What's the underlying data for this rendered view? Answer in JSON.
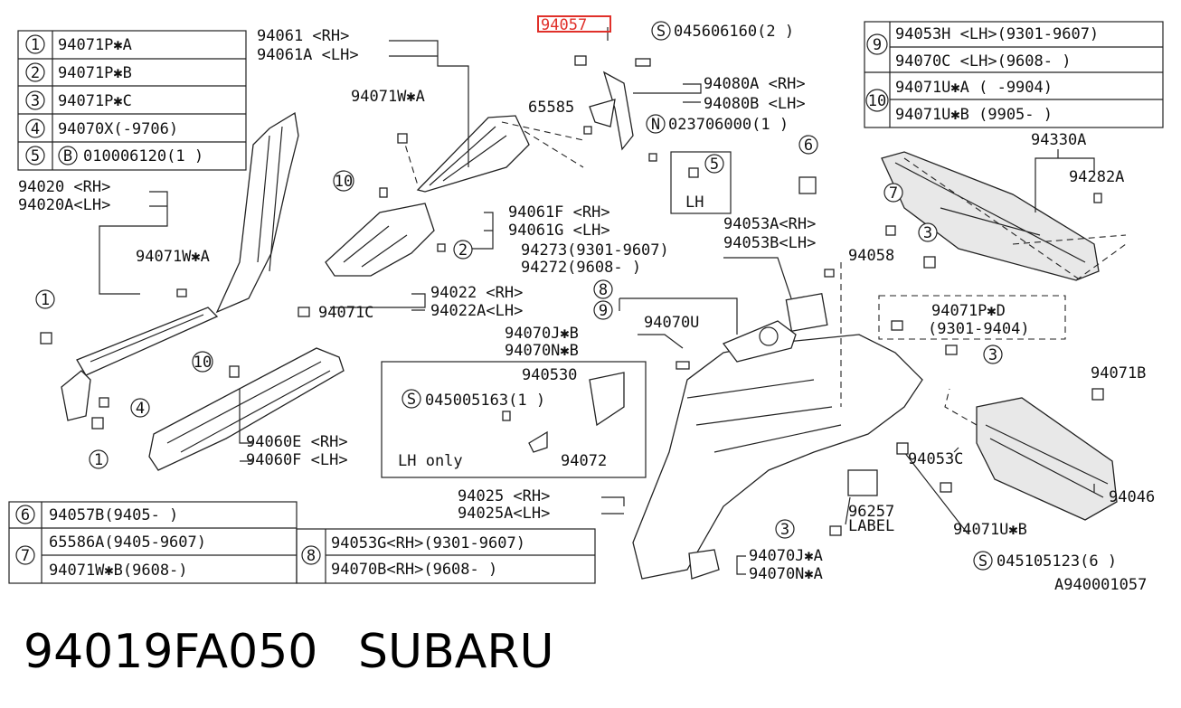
{
  "footer": {
    "part_number": "94019FA050",
    "brand": "SUBARU"
  },
  "diagram_code": "A940001057",
  "highlighted_part": "94057",
  "highlight_color": "#e0302a",
  "table_left": [
    {
      "num": "1",
      "text": "94071P✱A"
    },
    {
      "num": "2",
      "text": "94071P✱B"
    },
    {
      "num": "3",
      "text": "94071P✱C"
    },
    {
      "num": "4",
      "text": "94070X(-9706)"
    },
    {
      "num": "5",
      "text": "010006120(1 )",
      "prefix": "B"
    }
  ],
  "table_right": {
    "group9": {
      "num": "9",
      "rows": [
        "94053H <LH>(9301-9607)",
        "94070C <LH>(9608-     )"
      ]
    },
    "group10": {
      "num": "10",
      "rows": [
        "94071U✱A ( -9904)",
        "94071U✱B (9905- )"
      ]
    }
  },
  "table_bottom_left": {
    "row6": {
      "num": "6",
      "text": "94057B(9405-     )"
    },
    "row7": {
      "num": "7",
      "rows": [
        "65586A(9405-9607)",
        "94071W✱B(9608-)"
      ]
    }
  },
  "table_bottom_mid": {
    "num": "8",
    "rows": [
      "94053G<RH>(9301-9607)",
      "94070B<RH>(9608-     )"
    ]
  },
  "labels": {
    "l94061": "94061  <RH>",
    "l94061A": "94061A <LH>",
    "l94071WA_top": "94071W✱A",
    "l65585": "65585",
    "l045606160": "045606160(2 )",
    "l94080A": "94080A <RH>",
    "l94080B": "94080B <LH>",
    "l023706000": "023706000(1 )",
    "l94020": "94020  <RH>",
    "l94020A": "94020A<LH>",
    "l94061F": "94061F <RH>",
    "l94061G": "94061G <LH>",
    "l94071WA_left": "94071W✱A",
    "l94022": "94022 <RH>",
    "l94022A": "94022A<LH>",
    "l94071C": "94071C",
    "lLH": "LH",
    "l94053A": "94053A<RH>",
    "l94053B": "94053B<LH>",
    "l94273": "94273(9301-9607)",
    "l94272": "94272(9608-      )",
    "l94058": "94058",
    "l94330A": "94330A",
    "l94282A": "94282A",
    "l94071PD": "94071P✱D",
    "l9301_9404": "(9301-9404)",
    "l94070JB": "94070J✱B",
    "l94070NB": "94070N✱B",
    "l94070U": "94070U",
    "l940530": "940530",
    "l045005163": "045005163(1 )",
    "lLHonly": "LH only",
    "l94072": "94072",
    "l94060E": "94060E <RH>",
    "l94060F": "94060F <LH>",
    "l94071B": "94071B",
    "l94053C": "94053C",
    "l94046": "94046",
    "l94071UB": "94071U✱B",
    "l96257": "96257",
    "lLABEL": "LABEL",
    "l94025": "94025 <RH>",
    "l94025A": "94025A<LH>",
    "l94070JA": "94070J✱A",
    "l94070NA": "94070N✱A",
    "l045105123": "045105123(6 )",
    "c1": "1",
    "c2": "2",
    "c3": "3",
    "c4": "4",
    "c5": "5",
    "c6": "6",
    "c7": "7",
    "c8": "8",
    "c9": "9",
    "c10": "10",
    "cS": "S",
    "cN": "N",
    "cB": "B"
  }
}
